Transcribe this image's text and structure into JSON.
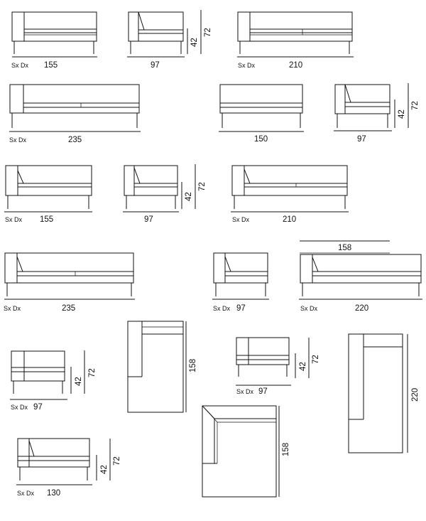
{
  "labels": {
    "sxdx": "Sx Dx"
  },
  "dimensions": {
    "r1a": "155",
    "r1b": "97",
    "r1b_h": "42",
    "r1b_t": "72",
    "r1c": "210",
    "r2a": "235",
    "r2b": "150",
    "r2c": "97",
    "r2c_h": "42",
    "r2c_t": "72",
    "r3a": "155",
    "r3b": "97",
    "r3b_h": "42",
    "r3b_t": "72",
    "r3c": "210",
    "r4a": "235",
    "r4b": "97",
    "r4c_top": "158",
    "r4c": "220",
    "r5a": "97",
    "r5a_h": "42",
    "r5a_t": "72",
    "plan1": "158",
    "r5c": "97",
    "r5c_h": "42",
    "r5c_t": "72",
    "plan3": "220",
    "r6a": "130",
    "r6a_h": "42",
    "r6a_t": "72",
    "plan2": "158"
  }
}
